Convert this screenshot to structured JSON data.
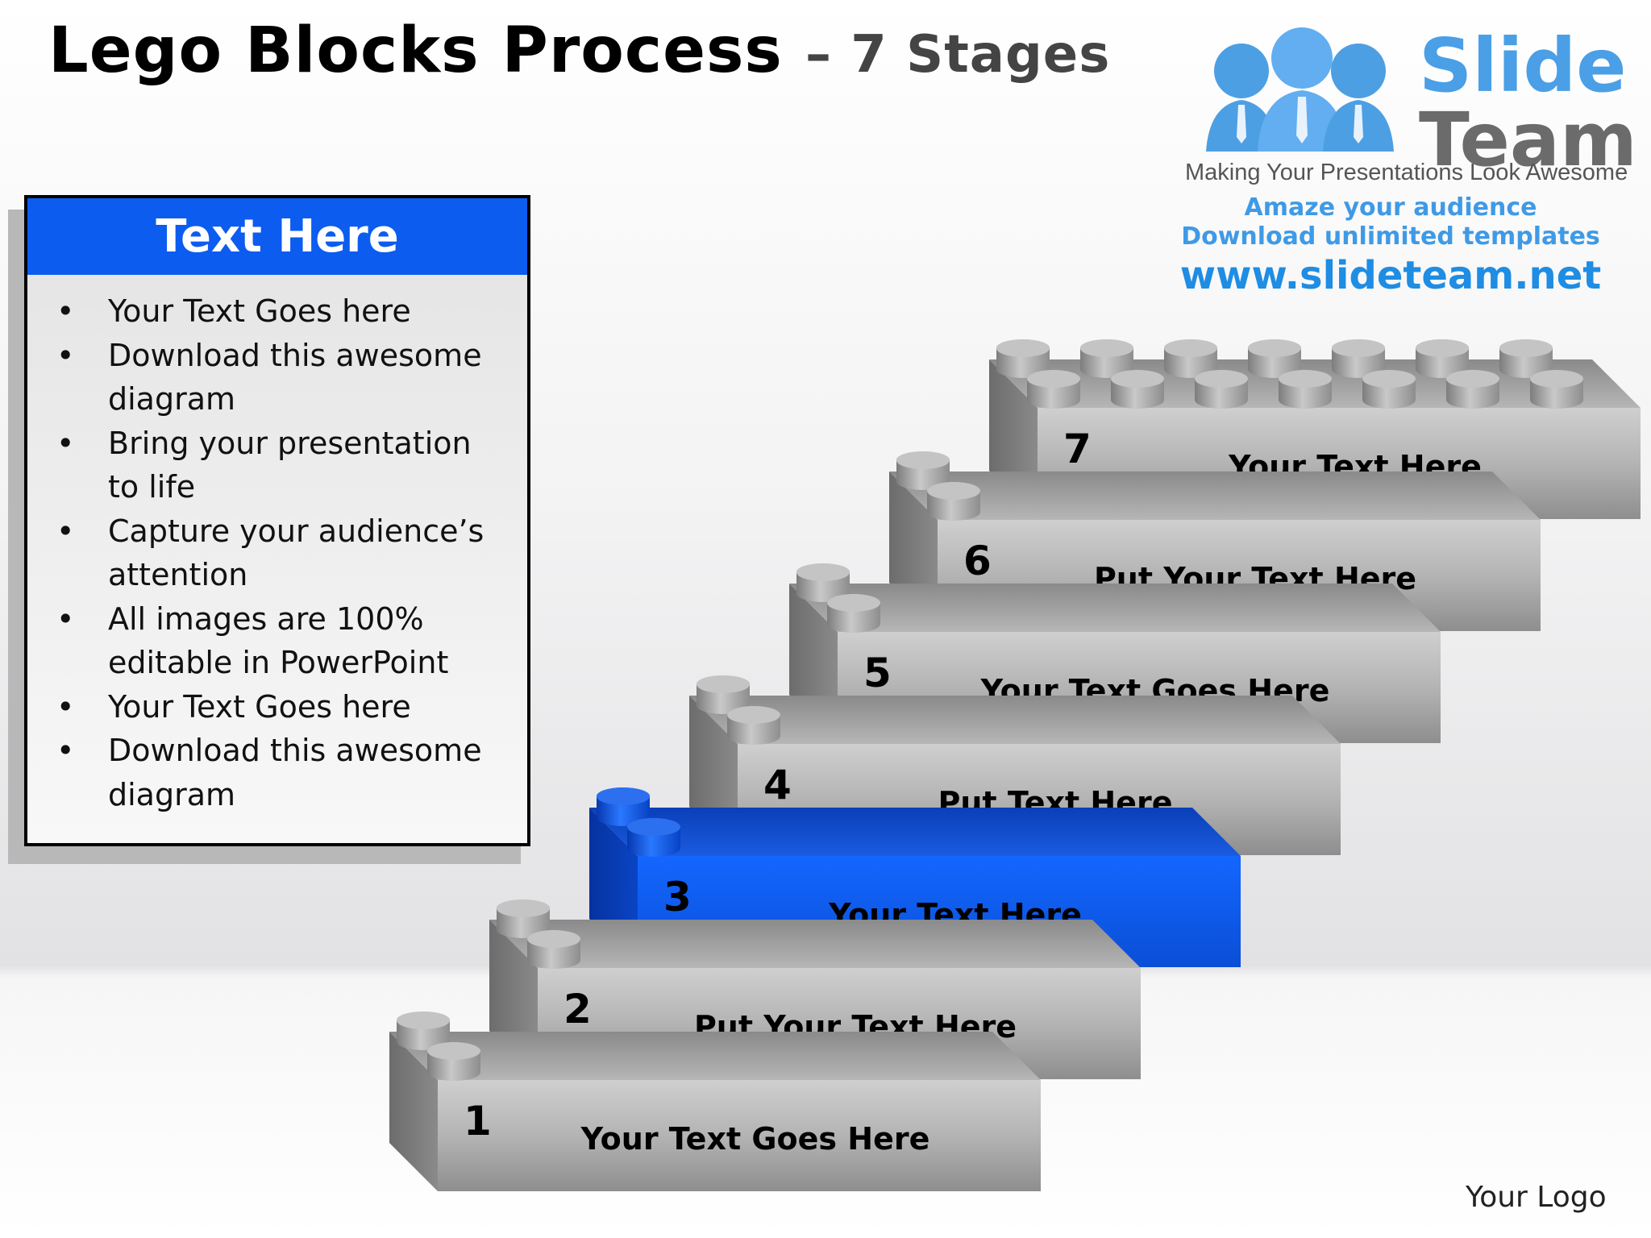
{
  "title": {
    "main": "Lego Blocks Process",
    "sub": "– 7 Stages"
  },
  "panel": {
    "heading": "Text Here",
    "bullet_char": "•",
    "items": [
      "Your Text Goes here",
      "Download this awesome diagram",
      "Bring your presentation to life",
      "Capture your audience’s attention",
      "All images are 100% editable in PowerPoint",
      "Your Text Goes here",
      "Download this awesome diagram"
    ]
  },
  "stages": [
    {
      "number": "1",
      "label": "Your Text Goes Here",
      "highlight": false
    },
    {
      "number": "2",
      "label": "Put Your Text Here",
      "highlight": false
    },
    {
      "number": "3",
      "label": "Your Text Here",
      "highlight": true
    },
    {
      "number": "4",
      "label": "Put Text Here",
      "highlight": false
    },
    {
      "number": "5",
      "label": "Your Text Goes Here",
      "highlight": false
    },
    {
      "number": "6",
      "label": "Put Your Text Here",
      "highlight": false
    },
    {
      "number": "7",
      "label": "Your Text Here",
      "highlight": false
    }
  ],
  "colors": {
    "highlight": "#0c5cf0",
    "block_gray": "#a9a9a9",
    "accent_blue": "#4a9fe6"
  },
  "logo": {
    "word1": "Slide",
    "word2": "Team",
    "tagline": "Making Your Presentations Look Awesome",
    "line1": "Amaze your audience",
    "line2": "Download unlimited templates",
    "url": "www.slideteam.net"
  },
  "footer": {
    "your_logo": "Your Logo"
  }
}
